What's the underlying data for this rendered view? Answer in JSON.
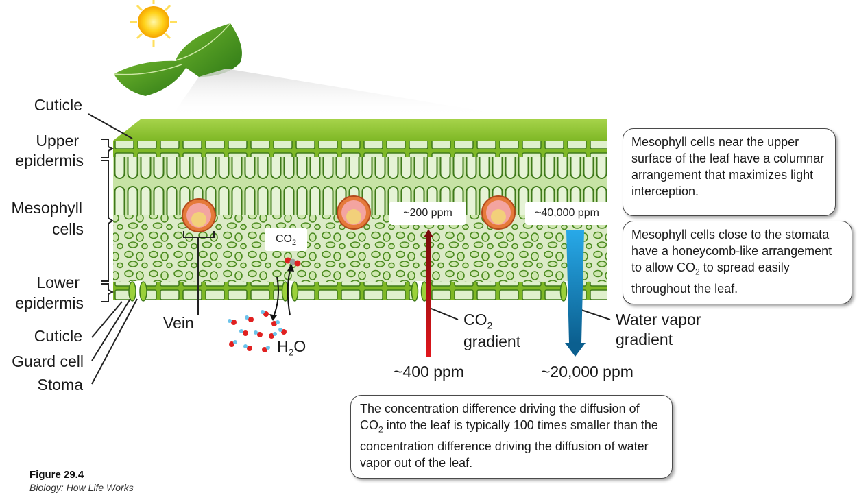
{
  "labels": {
    "cuticle_top": "Cuticle",
    "upper_epidermis_1": "Upper",
    "upper_epidermis_2": "epidermis",
    "mesophyll_1": "Mesophyll",
    "mesophyll_2": "cells",
    "lower_epidermis_1": "Lower",
    "lower_epidermis_2": "epidermis",
    "cuticle_bottom": "Cuticle",
    "guard_cell": "Guard cell",
    "stoma": "Stoma",
    "vein": "Vein",
    "co2_small": "CO",
    "co2_small_sub": "2",
    "h2o_h": "H",
    "h2o_sub": "2",
    "h2o_o": "O",
    "co2_gradient_1": "CO",
    "co2_gradient_sub": "2",
    "co2_gradient_2": "gradient",
    "water_gradient_1": "Water vapor",
    "water_gradient_2": "gradient",
    "ppm_200": "~200 ppm",
    "ppm_40000": "~40,000 ppm",
    "ppm_400": "~400 ppm",
    "ppm_20000": "~20,000 ppm"
  },
  "callouts": {
    "upper": "Mesophyll cells near the upper surface of the leaf have a columnar arrangement that maximizes light interception.",
    "lower_a": "Mesophyll cells close to the stomata have a honeycomb-like arrangement to allow CO",
    "lower_sub": "2",
    "lower_b": " to spread easily throughout the leaf.",
    "bottom_a": "The concentration difference driving the diffusion of CO",
    "bottom_sub": "2",
    "bottom_b": " into the leaf is typically 100 times smaller than the concentration difference driving the diffusion of water vapor out of the leaf."
  },
  "figure": {
    "number": "Figure 29.4",
    "source": "Biology: How Life Works"
  },
  "colors": {
    "leaf_green": "#8cc63f",
    "dark_green": "#3f7a1a",
    "co2_red": "#c1121f",
    "water_blue": "#1b8fd1"
  }
}
